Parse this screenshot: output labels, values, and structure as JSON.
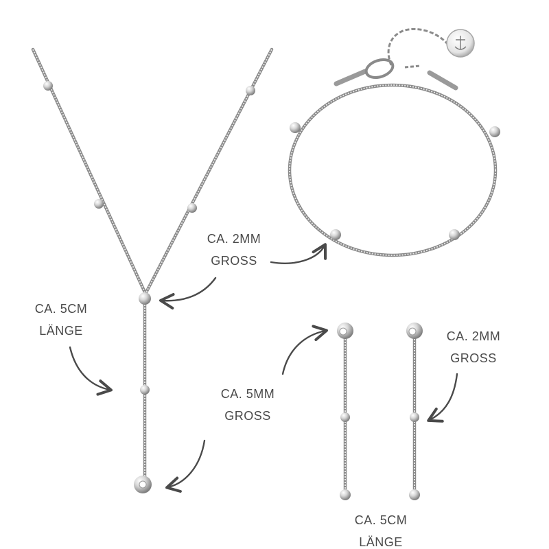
{
  "annotations": {
    "necklace_bead_size": {
      "line1": "CA. 2MM",
      "line2": "GROSS"
    },
    "necklace_drop_length": {
      "line1": "CA. 5CM",
      "line2": "LÄNGE"
    },
    "necklace_end_size": {
      "line1": "CA. 5MM",
      "line2": "GROSS"
    },
    "earring_bead_size": {
      "line1": "CA. 2MM",
      "line2": "GROSS"
    },
    "earring_length": {
      "line1": "CA. 5CM",
      "line2": "LÄNGE"
    }
  },
  "colors": {
    "metal": "#b9b9b9",
    "metal_dark": "#8a8a8a",
    "metal_light": "#f2f2f2",
    "arrow": "#4a4a4a",
    "text": "#4a4a4a",
    "background": "#ffffff"
  },
  "icons": [
    "necklace-image",
    "bracelet-image",
    "earring-image",
    "arrow-icon",
    "anchor-charm-icon"
  ]
}
